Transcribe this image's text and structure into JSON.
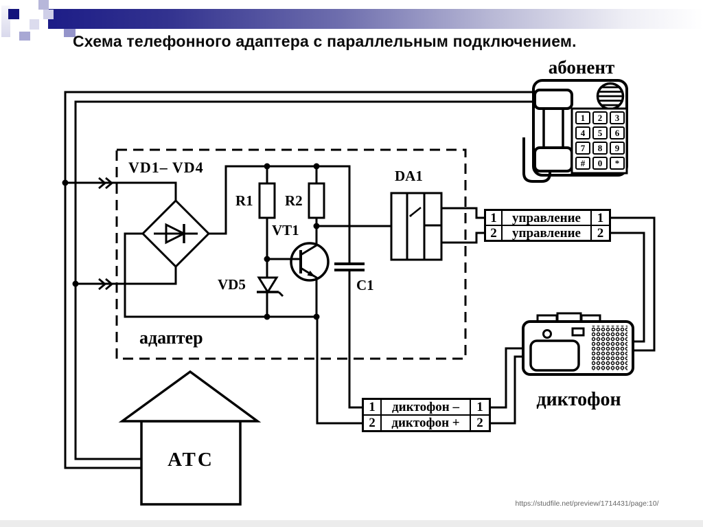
{
  "slide": {
    "title": "Схема телефонного адаптера с параллельным подключением.",
    "source_url": "https://studfile.net/preview/1714431/page:10/"
  },
  "labels": {
    "adapter": "адаптер",
    "exchange": "АТС",
    "subscriber": "абонент",
    "recorder": "диктофон",
    "bridge": "VD1– VD4",
    "r1": "R1",
    "r2": "R2",
    "vt1": "VT1",
    "vd5": "VD5",
    "c1": "C1",
    "da1": "DA1"
  },
  "connectors": {
    "control": {
      "rows": [
        {
          "left": "1",
          "label": "управление",
          "right": "1"
        },
        {
          "left": "2",
          "label": "управление",
          "right": "2"
        }
      ]
    },
    "recorder": {
      "rows": [
        {
          "left": "1",
          "label": "диктофон –",
          "right": "1"
        },
        {
          "left": "2",
          "label": "диктофон +",
          "right": "2"
        }
      ]
    }
  },
  "phone_keys": [
    "1",
    "2",
    "3",
    "4",
    "5",
    "6",
    "7",
    "8",
    "9",
    "#",
    "0",
    "*"
  ],
  "colors": {
    "accent_navy": "#14147c",
    "wire": "#000000",
    "background": "#ffffff",
    "url_text": "#666666"
  }
}
